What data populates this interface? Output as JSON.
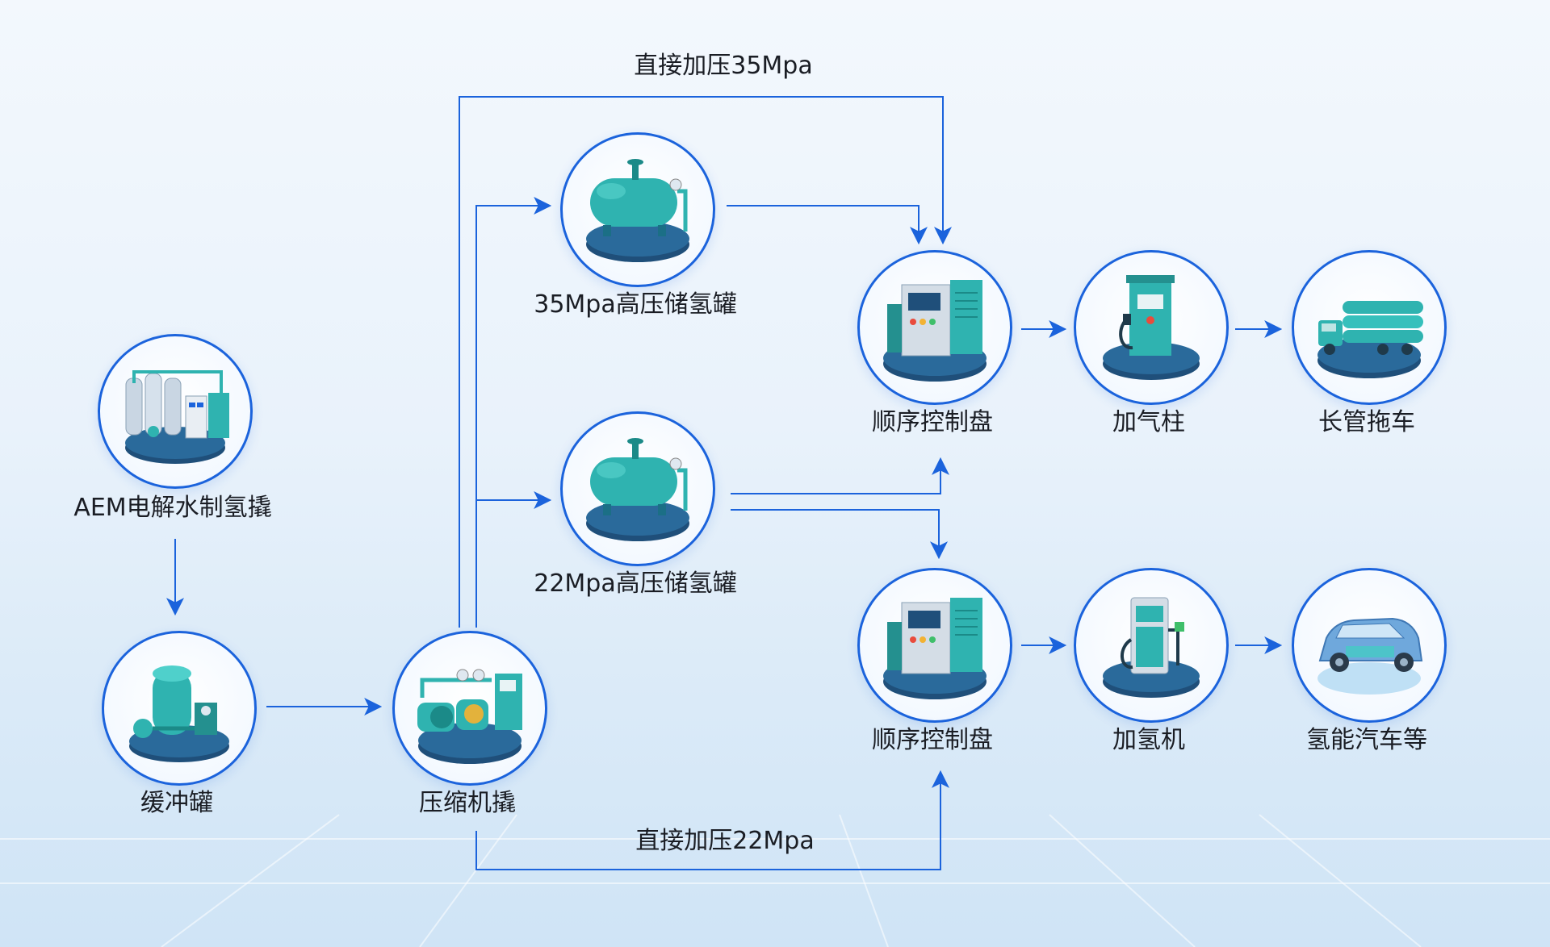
{
  "nodes": {
    "aem_electrolyzer": {
      "label": "AEM电解水制氢撬",
      "icon": "electrolyzer-skid-icon"
    },
    "buffer_tank": {
      "label": "缓冲罐",
      "icon": "buffer-tank-icon"
    },
    "compressor_skid": {
      "label": "压缩机撬",
      "icon": "compressor-skid-icon"
    },
    "storage_35": {
      "label": "35Mpa高压储氢罐",
      "icon": "hydrogen-storage-tank-icon"
    },
    "storage_22": {
      "label": "22Mpa高压储氢罐",
      "icon": "hydrogen-storage-tank-icon"
    },
    "control_panel_top": {
      "label": "顺序控制盘",
      "icon": "control-panel-icon"
    },
    "control_panel_bottom": {
      "label": "顺序控制盘",
      "icon": "control-panel-icon"
    },
    "dispensing_post": {
      "label": "加气柱",
      "icon": "dispensing-post-icon"
    },
    "tube_trailer": {
      "label": "长管拖车",
      "icon": "tube-trailer-icon"
    },
    "hydrogen_dispenser": {
      "label": "加氢机",
      "icon": "hydrogen-dispenser-icon"
    },
    "hydrogen_vehicles": {
      "label": "氢能汽车等",
      "icon": "hydrogen-car-icon"
    }
  },
  "routes": {
    "direct_35": "直接加压35Mpa",
    "direct_22": "直接加压22Mpa"
  },
  "colors": {
    "accent": "#1b63dc",
    "equipment": "#2fb3b0",
    "base": "#1f4f7a",
    "text": "#1a1d24"
  }
}
